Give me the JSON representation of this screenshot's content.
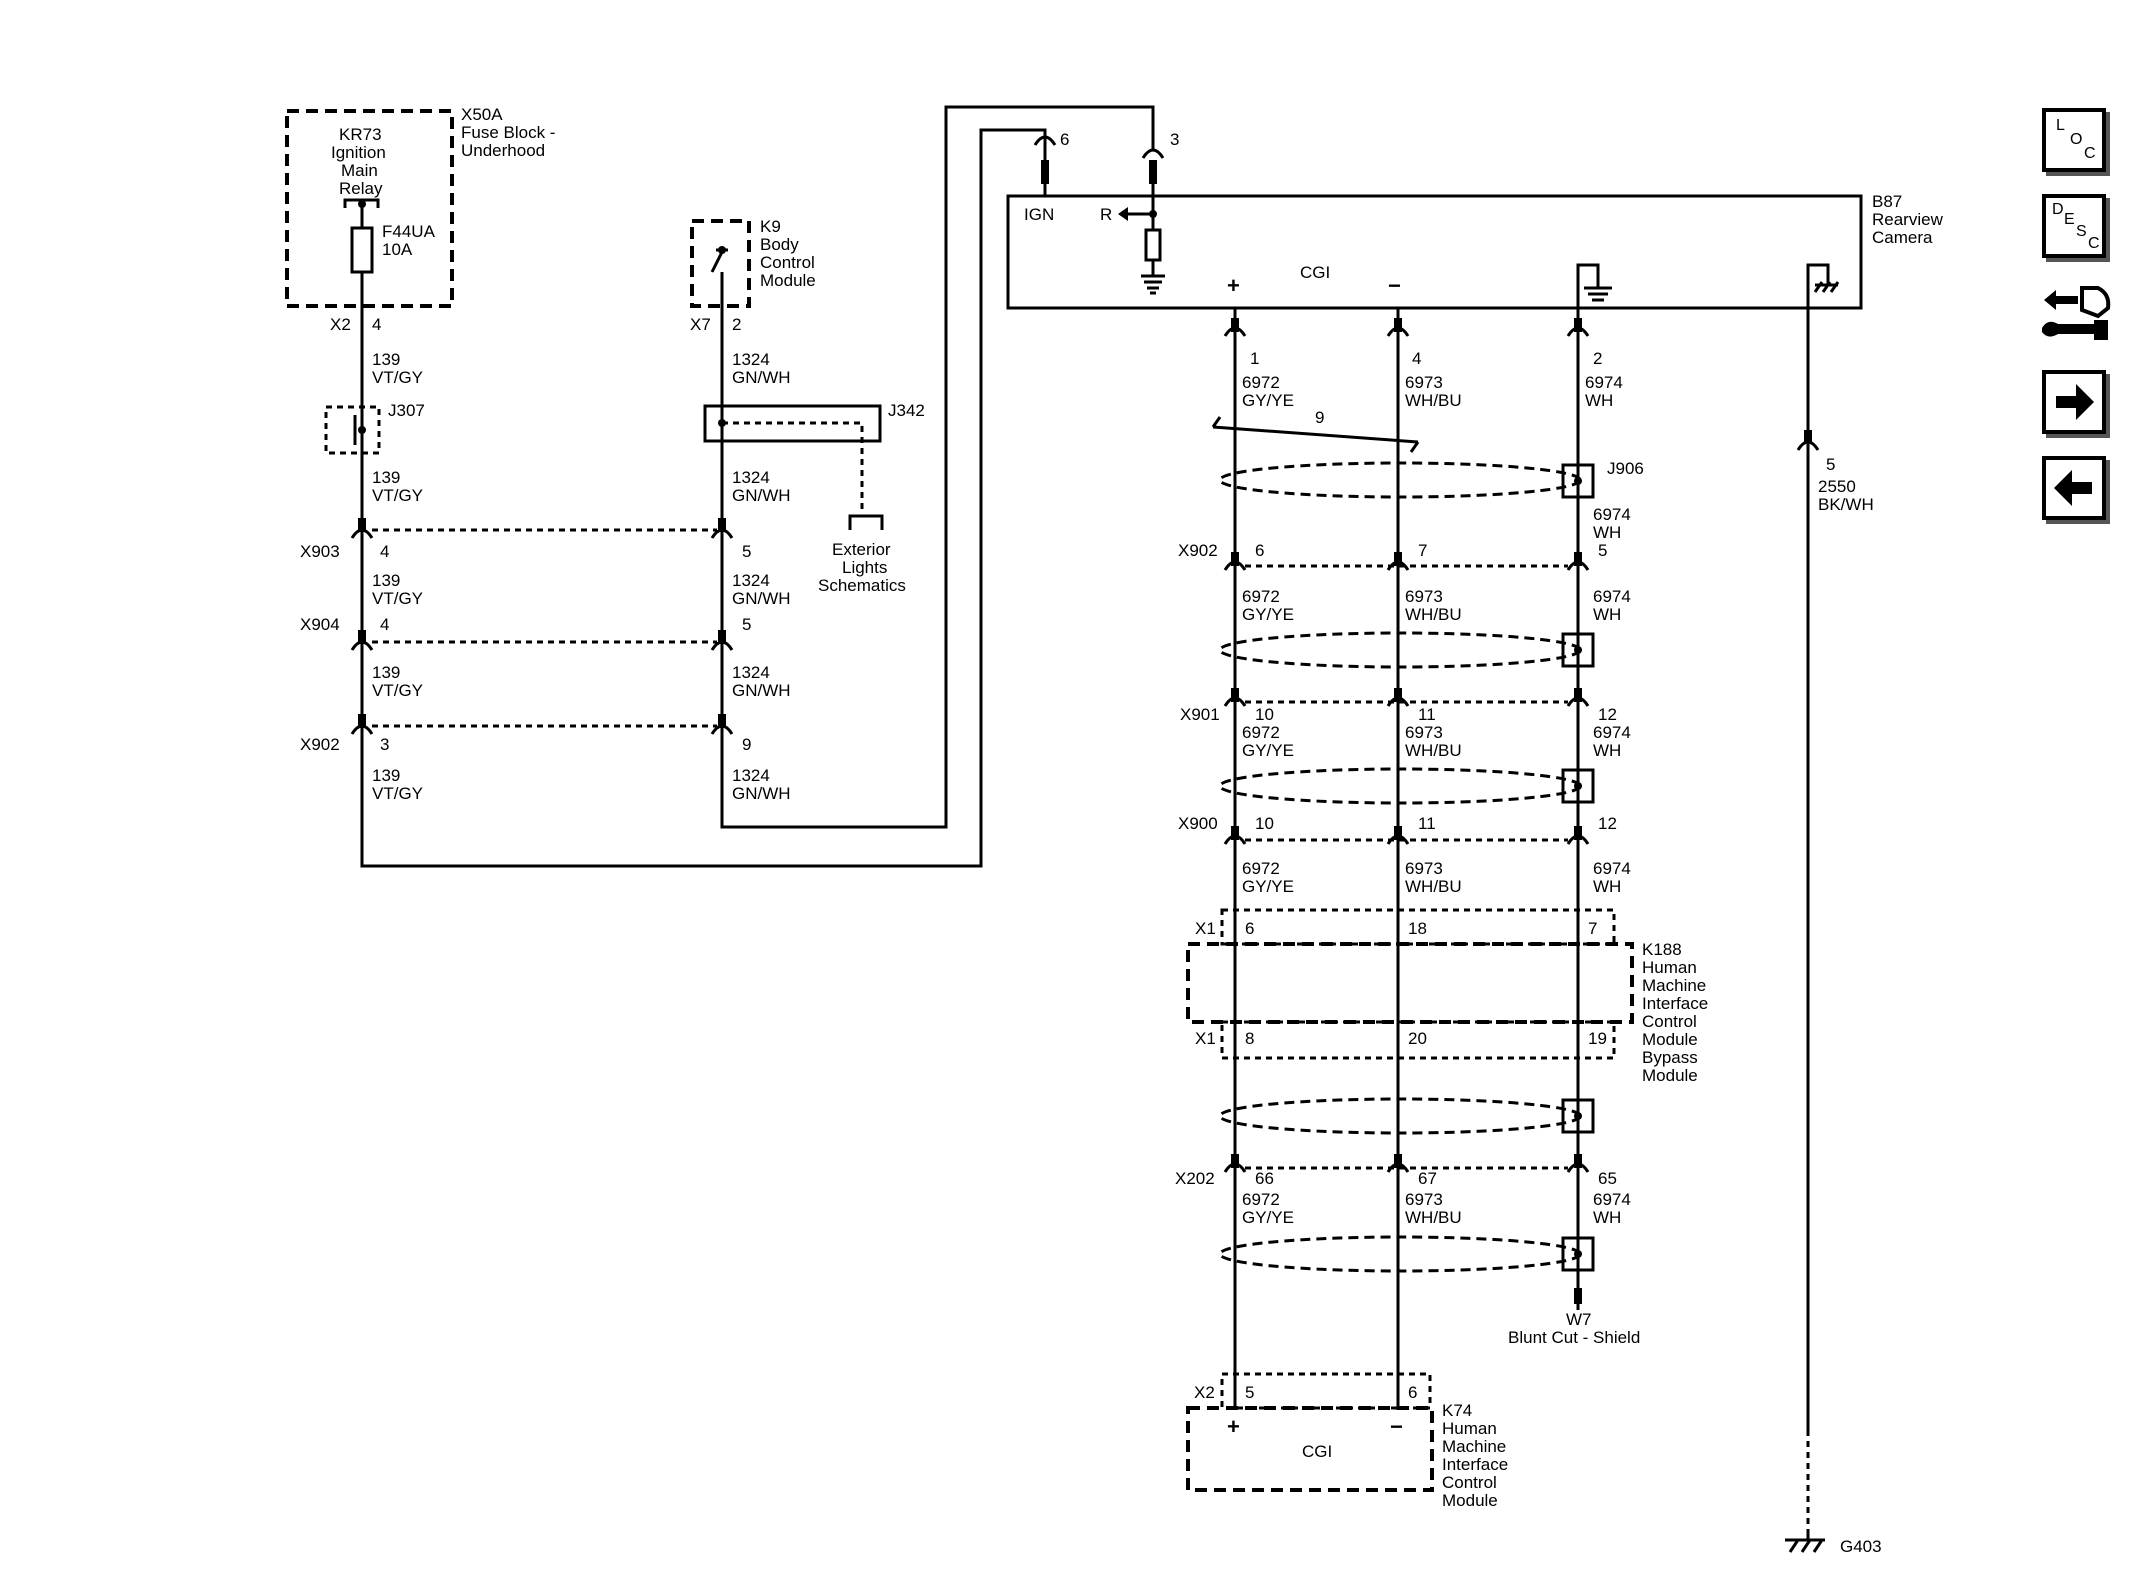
{
  "relay": {
    "name": "KR73",
    "line1": "Ignition",
    "line2": "Main",
    "line3": "Relay"
  },
  "fuse_block": {
    "code": "X50A",
    "line1": "Fuse Block -",
    "line2": "Underhood"
  },
  "fuse": {
    "name": "F44UA",
    "rating": "10A"
  },
  "bcm": {
    "code": "K9",
    "line1": "Body",
    "line2": "Control",
    "line3": "Module"
  },
  "conn": {
    "x2": "X2",
    "x7": "X7",
    "x903": "X903",
    "x904": "X904",
    "x902": "X902",
    "x901": "X901",
    "x900": "X900",
    "x1": "X1",
    "x202": "X202",
    "j307": "J307",
    "j342": "J342",
    "j906": "J906"
  },
  "pins": {
    "p4": "4",
    "p2": "2",
    "p5": "5",
    "p3": "3",
    "p9": "9",
    "p6": "6",
    "p1": "1",
    "p7": "7",
    "p10": "10",
    "p11": "11",
    "p12": "12",
    "p18": "18",
    "p8": "8",
    "p20": "20",
    "p19": "19",
    "p66": "66",
    "p67": "67",
    "p65": "65"
  },
  "wires": {
    "c139": "139",
    "vtgy": "VT/GY",
    "c1324": "1324",
    "gnwh": "GN/WH",
    "c6972": "6972",
    "gyye": "GY/YE",
    "c6973": "6973",
    "whbu": "WH/BU",
    "c6974": "6974",
    "wh": "WH",
    "c2550": "2550",
    "bkwh": "BK/WH"
  },
  "twist_count": "9",
  "exterior": {
    "line1": "Exterior",
    "line2": "Lights",
    "line3": "Schematics"
  },
  "camera": {
    "code": "B87",
    "line1": "Rearview",
    "line2": "Camera",
    "ign": "IGN",
    "r": "R",
    "cgi": "CGI",
    "plus": "+",
    "minus": "−"
  },
  "k188": {
    "code": "K188",
    "lines": [
      "Human",
      "Machine",
      "Interface",
      "Control",
      "Module",
      "Bypass",
      "Module"
    ]
  },
  "w7": {
    "code": "W7",
    "desc": "Blunt Cut - Shield"
  },
  "k74": {
    "code": "K74",
    "lines": [
      "Human",
      "Machine",
      "Interface",
      "Control",
      "Module"
    ],
    "cgi": "CGI",
    "plus": "+",
    "minus": "−"
  },
  "ground": {
    "code": "G403"
  },
  "nav": {
    "loc": [
      "L",
      "O",
      "C"
    ],
    "desc": [
      "D",
      "E",
      "S",
      "C"
    ],
    "tool_icon": "connector-wrench-icon",
    "next_icon": "arrow-right-icon",
    "prev_icon": "arrow-left-icon"
  }
}
